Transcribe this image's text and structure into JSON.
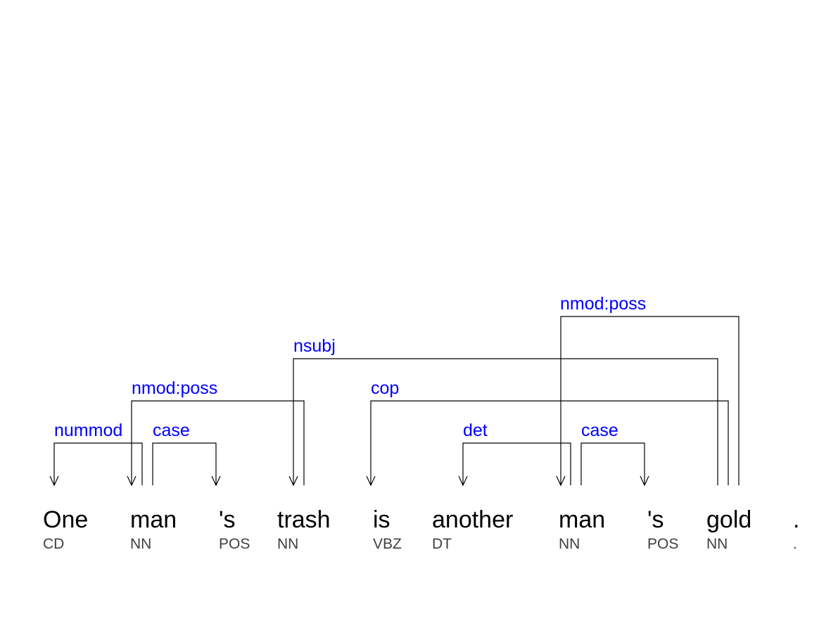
{
  "tokens": [
    {
      "word": "One",
      "tag": "CD"
    },
    {
      "word": "man",
      "tag": "NN"
    },
    {
      "word": "'s",
      "tag": "POS"
    },
    {
      "word": "trash",
      "tag": "NN"
    },
    {
      "word": "is",
      "tag": "VBZ"
    },
    {
      "word": "another",
      "tag": "DT"
    },
    {
      "word": "man",
      "tag": "NN"
    },
    {
      "word": "'s",
      "tag": "POS"
    },
    {
      "word": "gold",
      "tag": "NN"
    },
    {
      "word": ".",
      "tag": "."
    }
  ],
  "dependencies": [
    {
      "label": "nummod",
      "head": 1,
      "dependent": 0
    },
    {
      "label": "case",
      "head": 1,
      "dependent": 2
    },
    {
      "label": "nmod:poss",
      "head": 3,
      "dependent": 1
    },
    {
      "label": "cop",
      "head": 8,
      "dependent": 4
    },
    {
      "label": "nsubj",
      "head": 8,
      "dependent": 3
    },
    {
      "label": "det",
      "head": 6,
      "dependent": 5
    },
    {
      "label": "case",
      "head": 6,
      "dependent": 7
    },
    {
      "label": "nmod:poss",
      "head": 8,
      "dependent": 6
    }
  ]
}
